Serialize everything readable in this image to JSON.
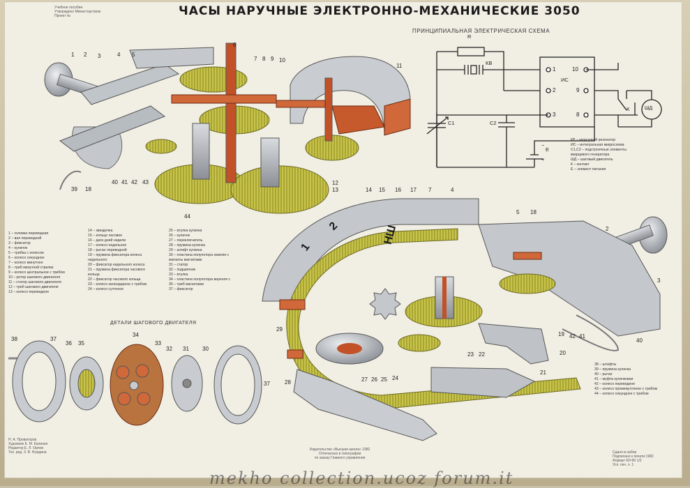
{
  "title": "ЧАСЫ НАРУЧНЫЕ   ЭЛЕКТРОННО-МЕХАНИЧЕСКИЕ 3050",
  "schema": {
    "title": "ПРИНЦИПИАЛЬНАЯ   ЭЛЕКТРИЧЕСКАЯ СХЕМА",
    "labels": {
      "R": "R",
      "KV": "КВ",
      "IC": "ИС",
      "C1": "С1",
      "C2": "С2",
      "E": "E",
      "K": "К",
      "SD": "ШД",
      "minus": "−",
      "plus": "+"
    },
    "pins": [
      "1",
      "2",
      "3",
      "10",
      "9",
      "8"
    ],
    "legend": [
      "КВ – кварцевый резонатор",
      "ИС – интегральная микросхема",
      "С1,С2 – подстроечные элементы",
      "       кварцевого генератора",
      "ШД – шаговый двигатель",
      "К – контакт",
      "Е – элемент питания"
    ]
  },
  "topleft_caption": [
    "Учебное пособие",
    "Утверждено Министерством",
    "Проект №"
  ],
  "legend_col1": [
    "1 – головка переводная",
    "2 – вал переводной",
    "3 – фиксатор",
    "4 – кулачок",
    "5 – трибка с колесом",
    "6 – колесо секундное",
    "7 – колесо минутное",
    "8 – триб минутной стрелки",
    "9 – колесо центральное с трибом",
    "10 – ротор шагового двигателя",
    "11 – статор шагового двигателя",
    "12 – триб шагового двигателя",
    "13 – колесо переводное"
  ],
  "legend_col2": [
    "14 – звездочка",
    "15 – кольцо часовое",
    "16 – диск дней недели",
    "17 – колесо недельное",
    "18 – рычаг переводной",
    "19 – пружина фиксатора колеса",
    "       недельного",
    "20 – фиксатор недельного колеса",
    "21 – пружина фиксатора часового",
    "       кольца",
    "22 – фиксатор часового кольца",
    "23 – колесо календарное с трибом",
    "24 – колесо суточное"
  ],
  "legend_col3": [
    "25 – втулка кулачка",
    "26 – кулачок",
    "27 – переключатель",
    "28 – пружина кулачка",
    "29 – штифт кулачка",
    "30 – пластина полупотора нижняя с",
    "       магниты       магнитами",
    "31 – статор",
    "32 – подшипник",
    "33 – втулка",
    "34 – пластина полупотора верхняя с",
    "35 – триб          магнитами",
    "37 – фиксатор"
  ],
  "legend_col4": [
    "38 – штифты",
    "39 – пружина кулачка",
    "40 – рычаг",
    "41 – муфта кулачковая",
    "42 – колесо переводное",
    "43 – колесо промежуточное с трибом",
    "44 – колесо секундное с трибом"
  ],
  "stepper_title": "ДЕТАЛИ ШАГОВОГО ДВИГАТЕЛЯ",
  "dial_marks": [
    "1",
    "2",
    "НШ"
  ],
  "numbers_top": [
    "1",
    "2",
    "3",
    "4",
    "5",
    "6",
    "7",
    "8",
    "9",
    "10",
    "11",
    "12",
    "13",
    "39",
    "18",
    "40",
    "41",
    "42",
    "43",
    "44"
  ],
  "numbers_bottom": [
    "14",
    "15",
    "16",
    "17",
    "7",
    "4",
    "5",
    "18",
    "2",
    "3",
    "40",
    "19",
    "42",
    "41",
    "20",
    "21",
    "23",
    "22",
    "27",
    "26",
    "25",
    "24",
    "28",
    "29"
  ],
  "numbers_stepper": [
    "38",
    "37",
    "36",
    "35",
    "34",
    "33",
    "32",
    "31",
    "30",
    "37"
  ],
  "footer_center": [
    "Издательство «Высшая школа» 1982",
    "Отпечатано в типографии",
    "по заказу Главного управления"
  ],
  "footer_left": [
    "Н. А. Проваторов",
    "Художник Е. М. Калинин",
    "Редактор Е. Л. Орлов",
    "Тех. ред. З. В. Нуждина"
  ],
  "footer_right": [
    "Сдано в набор",
    "Подписано к печати 1982",
    "Формат 60×90 1/2",
    "Усл. печ. л. 1"
  ],
  "watermark": "mekho collection.ucoz forum.it"
}
